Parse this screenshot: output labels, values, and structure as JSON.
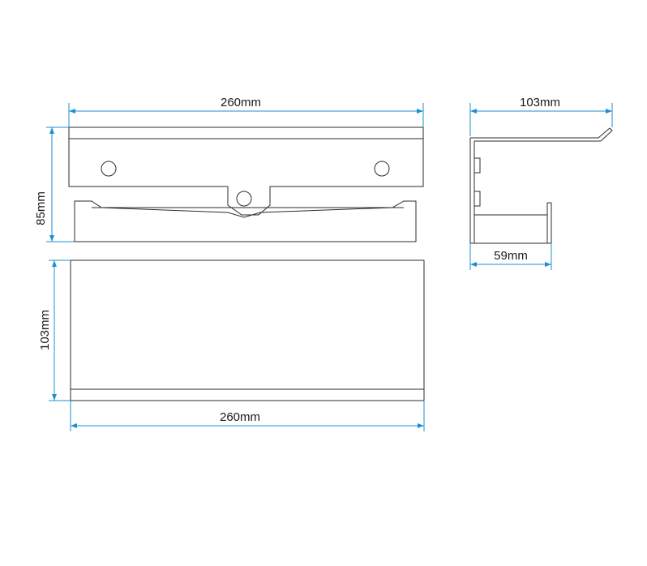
{
  "colors": {
    "dimension": "#1f8fd1",
    "outline": "#2b2b2b",
    "text": "#1a1a1a",
    "background": "#ffffff"
  },
  "front_view": {
    "width_label": "260mm",
    "height_label": "85mm"
  },
  "side_view": {
    "depth_label": "103mm",
    "bracket_label": "59mm"
  },
  "top_view": {
    "depth_label": "103mm",
    "width_label": "260mm"
  }
}
